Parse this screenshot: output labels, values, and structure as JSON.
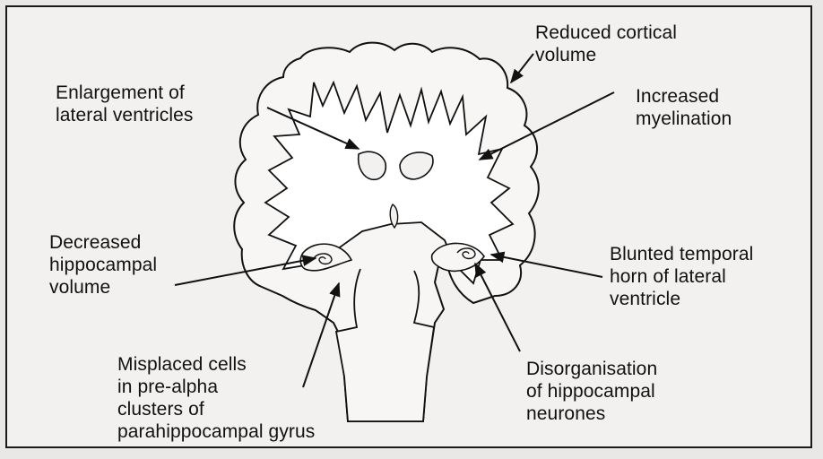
{
  "labels": {
    "reduced_cortical": "Reduced cortical\nvolume",
    "enlargement_ventricles": "Enlargement of\nlateral ventricles",
    "increased_myelination": "Increased\nmyelination",
    "decreased_hippocampal": "Decreased\nhippocampal\nvolume",
    "blunted_temporal": "Blunted temporal\nhorn of lateral\nventricle",
    "misplaced_cells": "Misplaced cells\nin pre-alpha\nclusters of\nparahippocampal gyrus",
    "disorganisation": "Disorganisation\nof hippocampal\nneurones"
  },
  "colors": {
    "ink": "#111111",
    "paper": "#f2f1ef",
    "border": "#1a1a1a"
  }
}
